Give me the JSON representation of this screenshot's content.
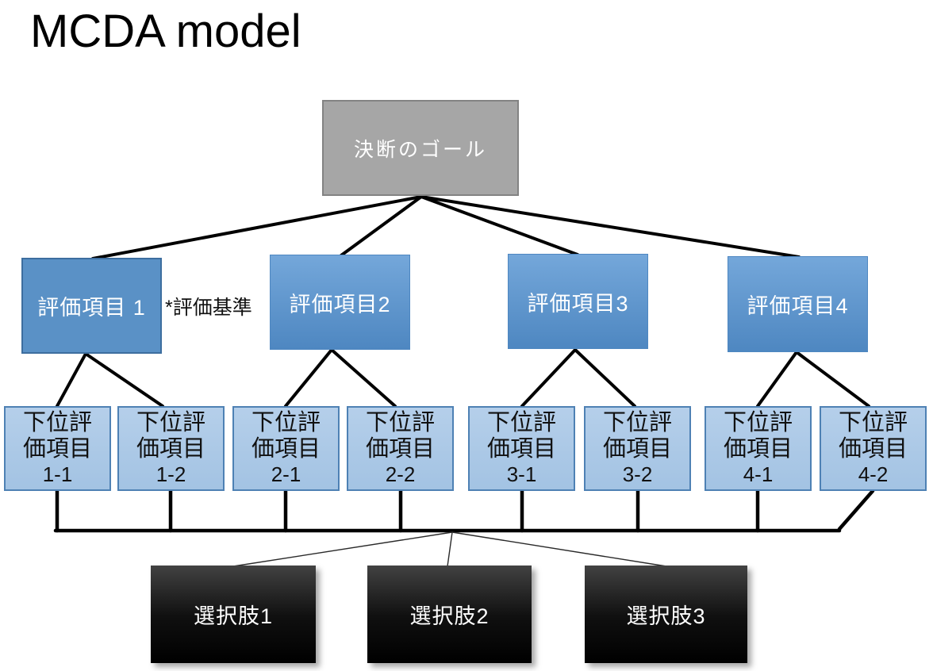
{
  "title": "MCDA model",
  "annotation": "*評価基準",
  "goal": {
    "label": "決断のゴール"
  },
  "criteria": [
    {
      "label": "評価項目 1"
    },
    {
      "label": "評価項目2"
    },
    {
      "label": "評価項目3"
    },
    {
      "label": "評価項目4"
    }
  ],
  "subcriteria": [
    {
      "label": "下位評価項目",
      "code": "1-1"
    },
    {
      "label": "下位評価項目",
      "code": "1-2"
    },
    {
      "label": "下位評価項目",
      "code": "2-1"
    },
    {
      "label": "下位評価項目",
      "code": "2-2"
    },
    {
      "label": "下位評価項目",
      "code": "3-1"
    },
    {
      "label": "下位評価項目",
      "code": "3-2"
    },
    {
      "label": "下位評価項目",
      "code": "4-1"
    },
    {
      "label": "下位評価項目",
      "code": "4-2"
    }
  ],
  "alternatives": [
    {
      "label": "選択肢1"
    },
    {
      "label": "選択肢2"
    },
    {
      "label": "選択肢3"
    }
  ],
  "colors": {
    "goal_fill": "#A6A6A6",
    "goal_border": "#838383",
    "criterion_fill": "#5A91C6",
    "criterion_border": "#3D6E9F",
    "subcriterion_fill": "#A9C7E6",
    "subcriterion_border": "#4E81B4",
    "alternative_fill": "#000000",
    "text_on_dark": "#FFFFFF",
    "connector": "#000000"
  }
}
